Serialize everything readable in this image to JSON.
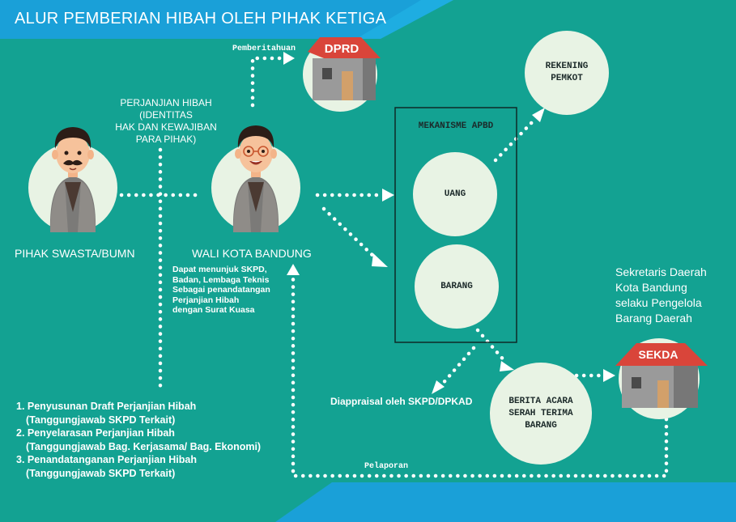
{
  "title": "ALUR PEMBERIAN HIBAH OLEH PIHAK KETIGA",
  "colors": {
    "background": "#13a292",
    "header_bar": "#1aa0d8",
    "circle_fill": "#e8f3e4",
    "roof_red": "#d9453a",
    "wall_grey": "#8e8e8e"
  },
  "nodes": {
    "dprd": {
      "sign": "DPRD",
      "icon": "government-building-icon"
    },
    "sekda": {
      "sign": "SEKDA",
      "icon": "government-building-icon"
    },
    "rekening": {
      "line1": "REKENING",
      "line2": "PEMKOT"
    },
    "mekanisme": {
      "label": "MEKANISME APBD"
    },
    "uang": {
      "label": "UANG"
    },
    "barang": {
      "label": "BARANG"
    },
    "berita": {
      "line1": "BERITA ACARA",
      "line2": "SERAH TERIMA",
      "line3": "BARANG"
    },
    "pihak_swasta": {
      "label": "PIHAK SWASTA/BUMN",
      "icon": "person-mustache-icon"
    },
    "wali_kota": {
      "label": "WALI KOTA BANDUNG",
      "icon": "person-glasses-icon"
    }
  },
  "labels": {
    "pemberitahuan": "Pemberitahuan",
    "perjanjian": [
      "PERJANJIAN HIBAH",
      "(IDENTITAS",
      "HAK DAN KEWAJIBAN",
      "PARA PIHAK)"
    ],
    "wali_note": [
      "Dapat menunjuk SKPD,",
      "Badan, Lembaga Teknis",
      "Sebagai penandatangan",
      "Perjanjian Hibah",
      "dengan Surat Kuasa"
    ],
    "sekretaris": [
      "Sekretaris Daerah",
      "Kota Bandung",
      "selaku Pengelola",
      "Barang Daerah"
    ],
    "diappraisal": "Diappraisal oleh SKPD/DPKAD",
    "pelaporan": "Pelaporan"
  },
  "steps": [
    "1. Penyusunan Draft Perjanjian Hibah",
    "(Tanggungjawab SKPD Terkait)",
    "2. Penyelarasan Perjanjian Hibah",
    "(Tanggungjawab Bag. Kerjasama/ Bag. Ekonomi)",
    "3. Penandatanganan Perjanjian Hibah",
    "(Tanggungjawab SKPD Terkait)"
  ]
}
